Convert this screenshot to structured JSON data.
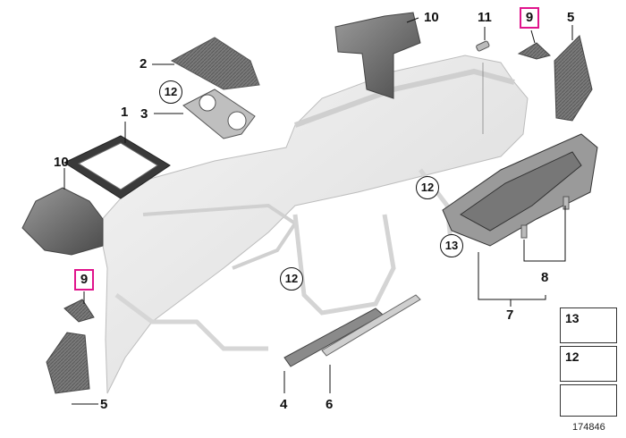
{
  "labels": {
    "l1": "1",
    "l2": "2",
    "l3": "3",
    "l4": "4",
    "l5a": "5",
    "l5b": "5",
    "l6": "6",
    "l7": "7",
    "l8": "8",
    "l10a": "10",
    "l10b": "10",
    "l11": "11"
  },
  "circled": {
    "c12a": "12",
    "c12b": "12",
    "c12c": "12",
    "c13": "13"
  },
  "highlighted": {
    "h9a": "9",
    "h9b": "9"
  },
  "legend": {
    "screw": "13",
    "clip": "12"
  },
  "diagram_id": "174846",
  "colors": {
    "highlight": "#e0148c",
    "part_dark": "#6e6e6e",
    "part_light": "#ececec"
  }
}
